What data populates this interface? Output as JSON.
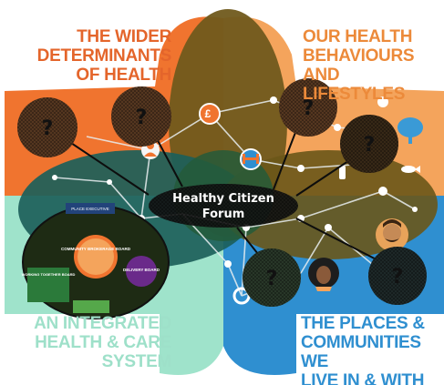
{
  "quadrants": {
    "wider_determinants": {
      "lines": [
        "THE WIDER",
        "DETERMINANTS",
        "OF HEALTH"
      ],
      "color": "#e4652b"
    },
    "health_behaviours": {
      "lines": [
        "OUR HEALTH",
        "BEHAVIOURS",
        "AND LIFESTYLES"
      ],
      "color": "#ec8a3a"
    },
    "integrated_care": {
      "lines": [
        "AN INTEGRATED",
        "HEALTH & CARE",
        "SYSTEM"
      ],
      "color": "#9ee0c9"
    },
    "places_communities": {
      "lines": [
        "THE PLACES &",
        "COMMUNITIES WE",
        "LIVE IN & WITH"
      ],
      "color": "#2f8fd0"
    }
  },
  "forum": {
    "lines": [
      "Healthy Citizen",
      "Forum"
    ]
  },
  "unknown_nodes": {
    "label": "?",
    "nodes": [
      "node-1",
      "node-2",
      "node-3",
      "node-4",
      "node-5",
      "node-6"
    ]
  },
  "inset_diagram": {
    "top_label": "PLACE EXECUTIVE",
    "center_title": "COMMUNITY BROKERAGE BOARD",
    "delivery_title": "DELIVERY BOARD",
    "left_title": "WORKING TOGETHER BOARD"
  },
  "icons": {
    "pound": "£",
    "items": [
      "person-icon",
      "lightbulb-icon",
      "tree-icon",
      "dumbbell-icon",
      "bottle-icon",
      "fish-icon",
      "man-avatar-icon",
      "woman-avatar-icon"
    ]
  },
  "colors": {
    "orange": "#f0742f",
    "light_orange": "#f4a45c",
    "mint": "#9fe3cb",
    "blue": "#2f8fd0",
    "dark_teal": "#1c5f5a",
    "olive": "#705a1c",
    "forum_bg": "#141414",
    "node_fill": "#5a3a22"
  }
}
